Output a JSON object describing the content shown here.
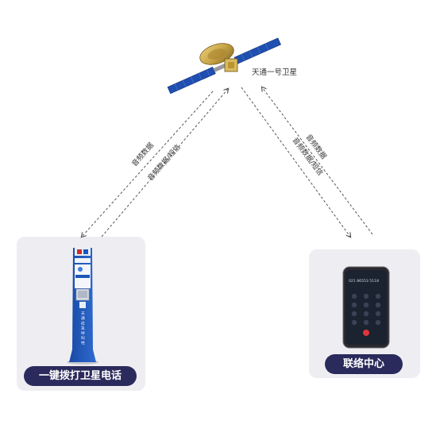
{
  "satellite": {
    "label": "天通一号卫星"
  },
  "links": {
    "left_upper": "音频数据",
    "left_lower": "音频数据/短信",
    "right_upper": "音频数据",
    "right_lower": "音频数据/短信"
  },
  "left_panel": {
    "title": "一键拨打卫星电话",
    "kiosk_vertical_text": "天通应急呼叫柱"
  },
  "right_panel": {
    "title": "联络中心",
    "phone_number": "021 86553 5118"
  },
  "colors": {
    "pill_bg": "#2b2a5c",
    "panel_bg": "#eeeef2",
    "arrow": "#555555",
    "solar_panel": "#1f4fb0",
    "satellite_gold": "#c9a648",
    "kiosk_blue": "#1d55b8"
  }
}
